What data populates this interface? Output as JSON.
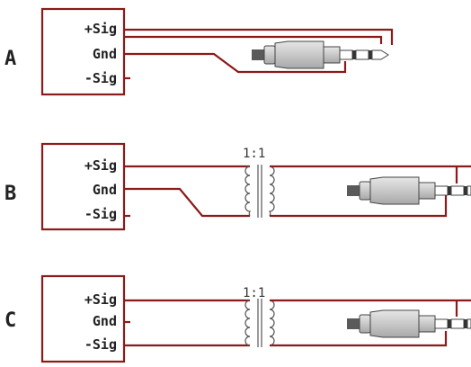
{
  "colors": {
    "wire": "#8b1a1a",
    "plug_body": "#c8c8c8",
    "plug_dark": "#555555"
  },
  "sections": [
    {
      "label": "A",
      "pins": [
        "+Sig",
        "Gnd",
        "-Sig"
      ],
      "transformer_ratio": ""
    },
    {
      "label": "B",
      "pins": [
        "+Sig",
        "Gnd",
        "-Sig"
      ],
      "transformer_ratio": "1:1"
    },
    {
      "label": "C",
      "pins": [
        "+Sig",
        "Gnd",
        "-Sig"
      ],
      "transformer_ratio": "1:1"
    }
  ]
}
